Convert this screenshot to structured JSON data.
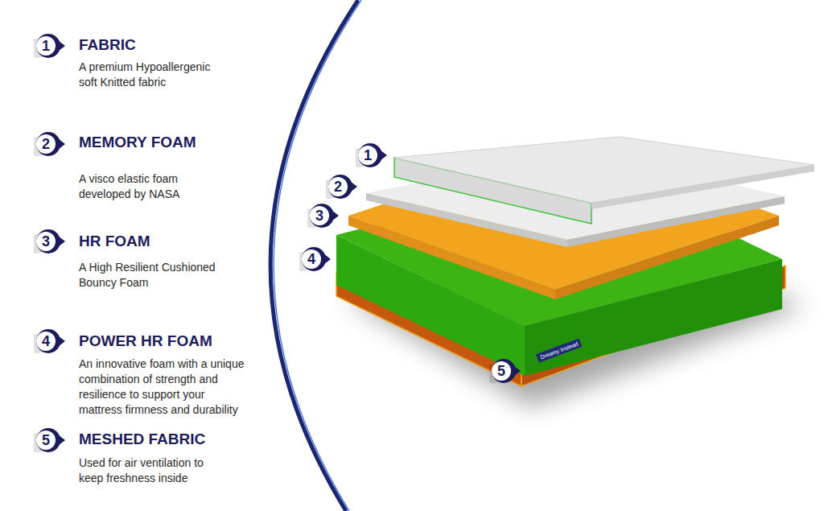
{
  "diagram": {
    "nodes": [
      {
        "text": [
          "1"
        ]
      },
      {
        "text": [
          "2"
        ]
      },
      {
        "text": [
          "3"
        ]
      },
      {
        "text": [
          "4"
        ]
      },
      {
        "text": [
          "5"
        ]
      },
      {
        "text": [
          "1"
        ]
      },
      {
        "text": [
          "2"
        ]
      },
      {
        "text": [
          "3"
        ]
      },
      {
        "text": [
          "4"
        ]
      },
      {
        "text": [
          "5"
        ]
      }
    ],
    "labels": [
      "FABRIC",
      "A premium Hypoallergenic soft Knitted fabric",
      "MEMORY FOAM",
      "A visco elastic foam developed by NASA",
      "HR FOAM",
      "A High Resilient Cushioned Bouncy Foam",
      "POWER HR FOAM",
      "An innovative foam with a unique combination of strength and resilience to support your mattress firmness and durability",
      "MESHED FABRIC",
      "Used for air ventilation to keep freshness inside",
      "Dreamy Instead"
    ]
  }
}
